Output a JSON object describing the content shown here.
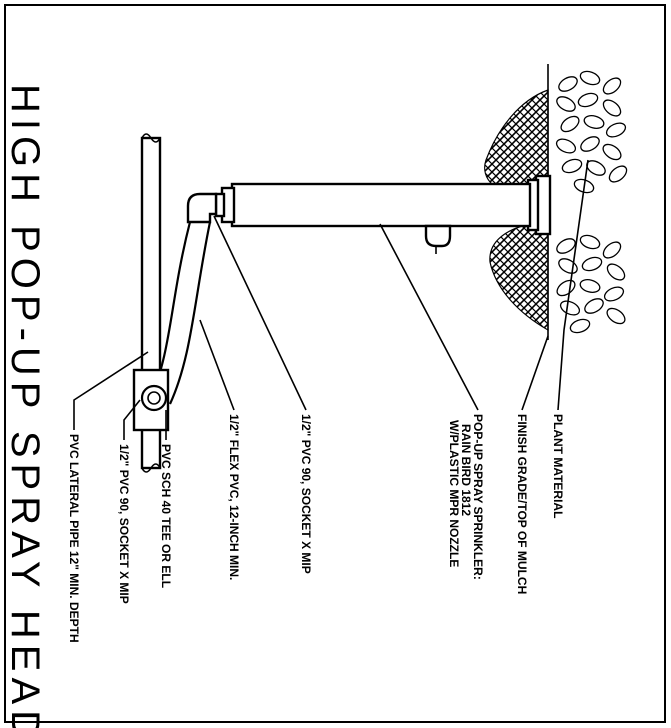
{
  "title": "HIGH POP-UP SPRAY HEAD",
  "labels": {
    "plant": "PLANT MATERIAL",
    "grade": "FINISH GRADE/TOP OF MULCH",
    "sprinkler_1": "POP-UP SPRAY SPRINKLER:",
    "sprinkler_2": "RAIN BIRD 1812",
    "sprinkler_3": "W/PLASTIC MPR NOZZLE",
    "pvc90_top": "1/2\" PVC 90, SOCKET X MIP",
    "flex": "1/2\" FLEX PVC, 12-INCH MIN.",
    "tee": "PVC SCH 40 TEE OR ELL",
    "pvc90_bottom": "1/2\" PVC 90, SOCKET X MIP",
    "lateral": "PVC LATERAL PIPE 12\" MIN. DEPTH"
  }
}
